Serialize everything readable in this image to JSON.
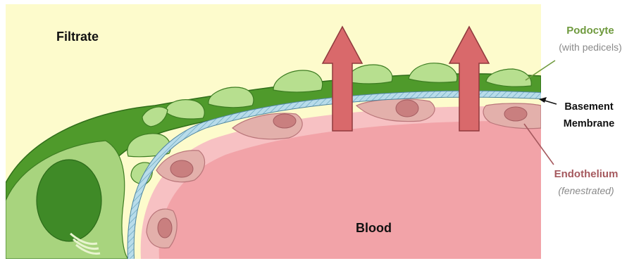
{
  "labels": {
    "filtrate": "Filtrate",
    "blood": "Blood",
    "podocyte": "Podocyte",
    "podocyte_note": "(with pedicels)",
    "basement_line1": "Basement",
    "basement_line2": "Membrane",
    "endothelium": "Endothelium",
    "endothelium_note": "(fenestrated)"
  },
  "colors": {
    "filtrate_bg": "#fdfbcc",
    "podocyte_dark": "#4f9a2b",
    "podocyte_light": "#b7df8f",
    "basement_membrane": "#a9d4e4",
    "endothelium": "#e3b0ab",
    "endothelium_nucleus": "#c97f7f",
    "blood": "#f2a3a8",
    "arrow": "#d9696b",
    "podocyte_text": "#6f9a3e",
    "endothelium_text": "#a5595e",
    "note_text": "#8a8a8a"
  }
}
